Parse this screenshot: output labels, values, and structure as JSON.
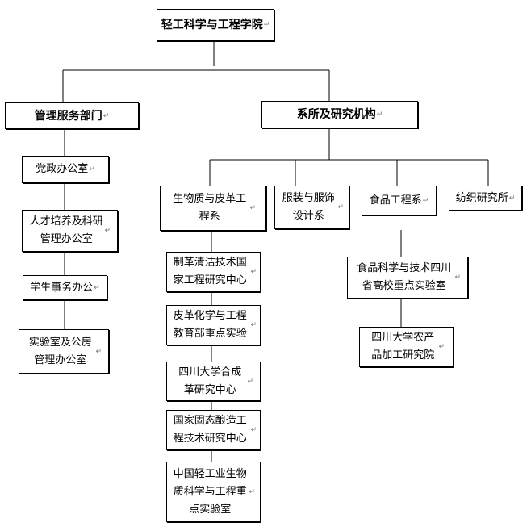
{
  "title": "轻工科学与工程学院",
  "branches": {
    "management": "管理服务部门",
    "departments": "系所及研究机构"
  },
  "management_units": [
    "党政办公室",
    "人才培养及科研管理办公室",
    "学生事务办公",
    "实验室及公房管理办公室"
  ],
  "departments": {
    "bio_leather": "生物质与皮革工程系",
    "apparel": "服装与服饰设计系",
    "food": "食品工程系",
    "textile": "纺织研究所"
  },
  "bio_leather_units": [
    "制革清洁技术国家工程研究中心",
    "皮革化学与工程教育部重点实验",
    "四川大学合成革研究中心",
    "国家固态酿造工程技术研究中心",
    "中国轻工业生物质科学与工程重点实验室"
  ],
  "food_units": [
    "食品科学与技术四川省高校重点实验室",
    "四川大学农产品加工研究院"
  ],
  "paragraph_mark": "↵"
}
